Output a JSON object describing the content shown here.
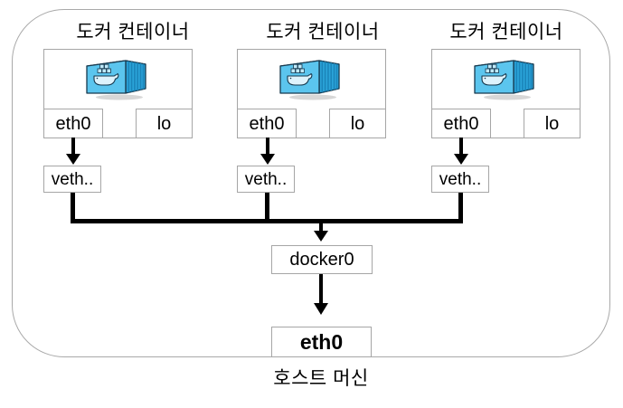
{
  "diagram_title_implicit": "Docker bridge networking",
  "containers": [
    {
      "title": "도커 컨테이너",
      "eth": "eth0",
      "lo": "lo",
      "veth": "veth.."
    },
    {
      "title": "도커 컨테이너",
      "eth": "eth0",
      "lo": "lo",
      "veth": "veth.."
    },
    {
      "title": "도커 컨테이너",
      "eth": "eth0",
      "lo": "lo",
      "veth": "veth.."
    }
  ],
  "host": {
    "bridge": "docker0",
    "interface": "eth0",
    "label": "호스트 머신"
  },
  "icons": {
    "container": "docker-container-icon"
  },
  "colors": {
    "background": "#ffffff",
    "box_border": "#a6a6a6",
    "host_border": "#a9a9a9",
    "line": "#000000",
    "container_front_blue": "#5bc5ee",
    "container_side_blue": "#2ba4d9",
    "container_top_blue": "#9adcf4",
    "icon_outline": "#17394e",
    "shadow": "#cdcdcd"
  }
}
